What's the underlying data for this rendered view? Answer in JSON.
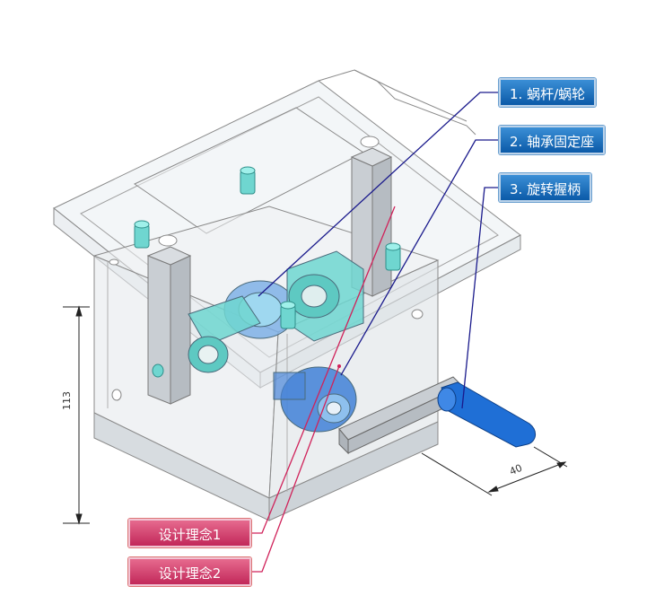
{
  "callouts_blue": [
    {
      "label": "1. 蜗杆/蜗轮"
    },
    {
      "label": "2. 轴承固定座"
    },
    {
      "label": "3. 旋转握柄"
    }
  ],
  "callouts_pink": [
    {
      "label": "设计理念1"
    },
    {
      "label": "设计理念2"
    }
  ],
  "dimensions": {
    "height": "113",
    "depth": "40"
  },
  "colors": {
    "blue_tag": "#0b5aa8",
    "pink_tag": "#c2285a",
    "leader_blue": "#1a1a8c",
    "leader_pink": "#d0225a",
    "part_cyan": "#6fd6d0",
    "part_blue": "#4a86d8",
    "handle": "#1f6fd6"
  }
}
